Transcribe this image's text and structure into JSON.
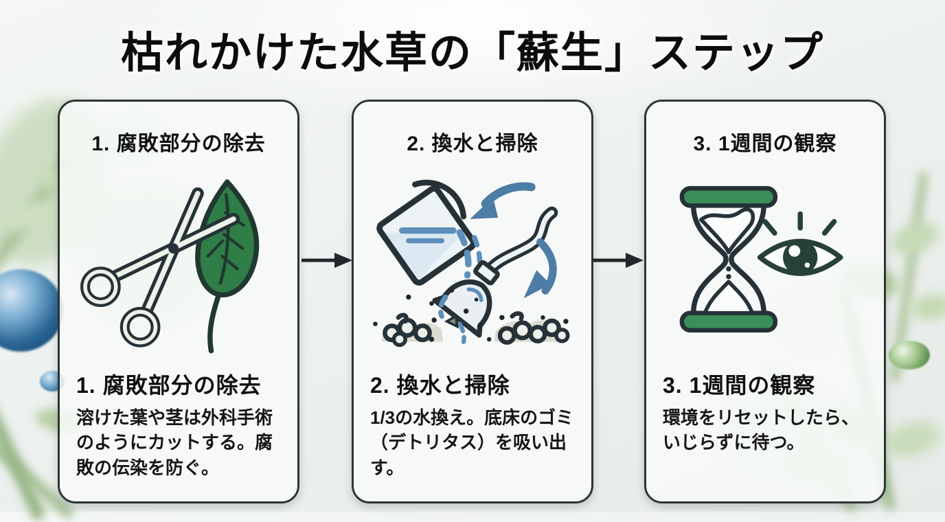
{
  "title": "枯れかけた水草の「蘇生」ステップ",
  "steps": [
    {
      "icon": "scissors-cutting-leaf-icon",
      "top_label": "1. 腐敗部分の除去",
      "heading": "1. 腐敗部分の除去",
      "body": "溶けた葉や茎は外科手術のようにカットする。腐敗の伝染を防ぐ。"
    },
    {
      "icon": "water-change-siphon-icon",
      "top_label": "2. 換水と掃除",
      "heading": "2. 換水と掃除",
      "body": "1/3の水換え。底床のゴミ（デトリタス）を吸い出す。"
    },
    {
      "icon": "hourglass-eye-icon",
      "top_label": "3. 1週間の観察",
      "heading": "3. 1週間の観察",
      "body": "環境をリセットしたら、いじらずに待つ。"
    }
  ],
  "colors": {
    "title_text": "#0c0c0c",
    "card_border": "#2d3632",
    "leaf_green": "#2f7d47",
    "hourglass_green": "#3a8e5a",
    "arrow_blue": "#4d7ca6",
    "water_blue": "#5d8fba",
    "connector_dark": "#20282b"
  }
}
